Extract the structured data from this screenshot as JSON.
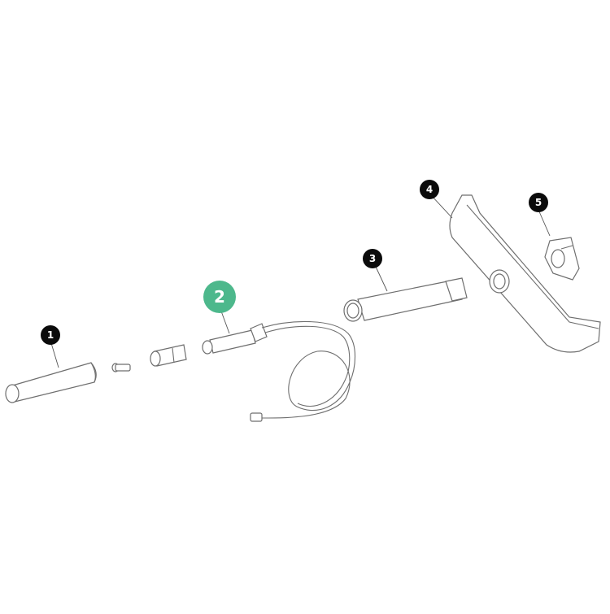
{
  "diagram": {
    "type": "exploded-parts-view",
    "highlight_color": "#4db88c",
    "callout_color": "#0b0b0b",
    "callouts": [
      {
        "number": "1",
        "part": "tapered-sleeve",
        "highlighted": false
      },
      {
        "number": "2",
        "part": "cable-assembly",
        "highlighted": true
      },
      {
        "number": "3",
        "part": "tube",
        "highlighted": false
      },
      {
        "number": "4",
        "part": "curved-bracket",
        "highlighted": false
      },
      {
        "number": "5",
        "part": "clip-mount",
        "highlighted": false
      }
    ]
  }
}
